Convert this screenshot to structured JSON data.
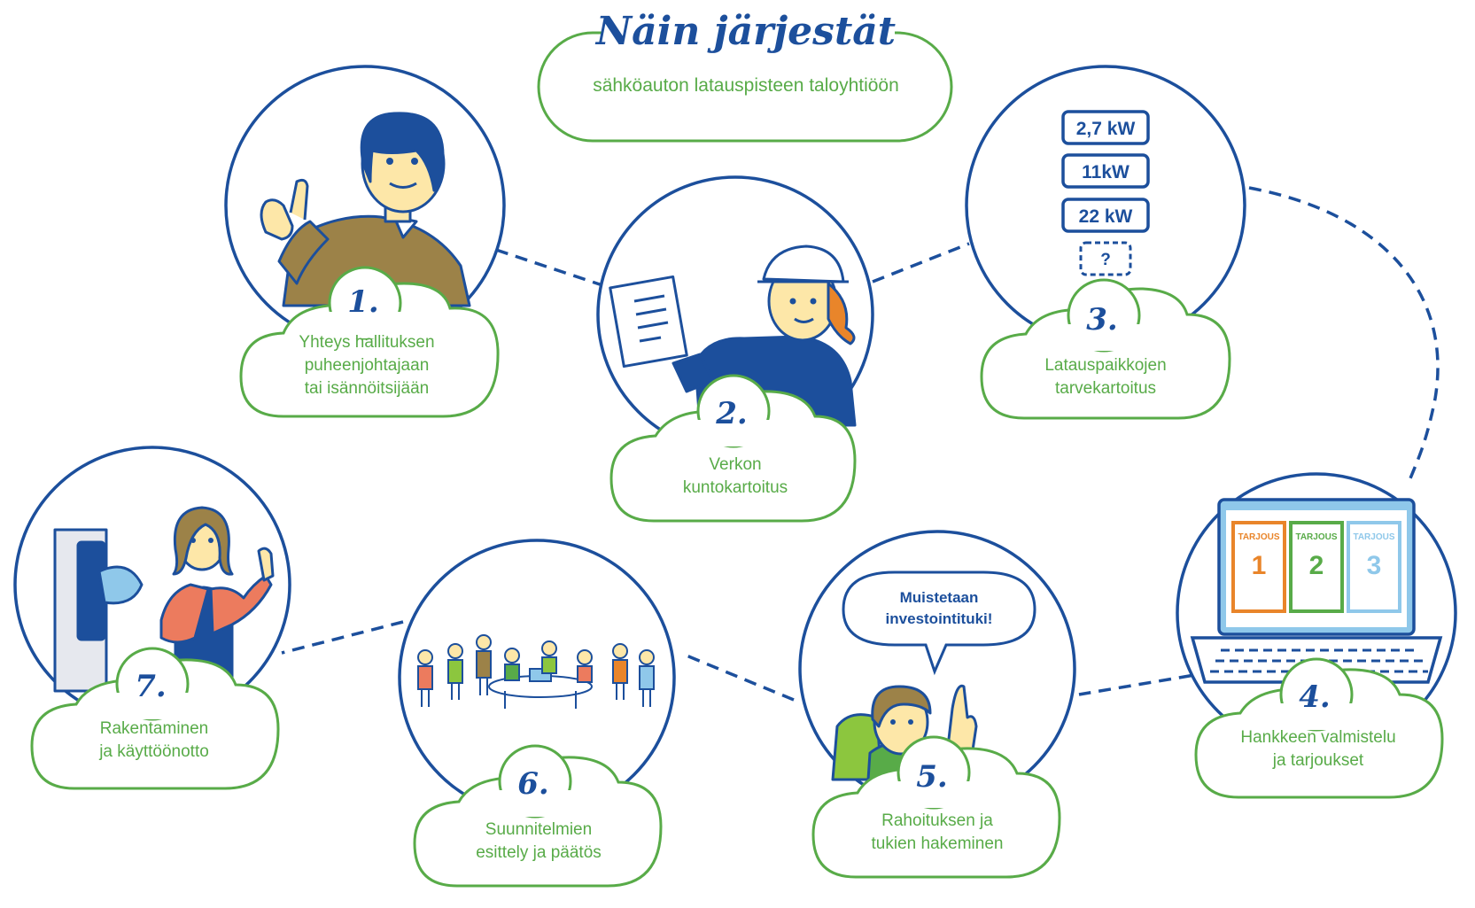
{
  "title": {
    "heading": "Näin järjestät",
    "subtitle": "sähköauton latauspisteen taloyhtiöön"
  },
  "colors": {
    "blue": "#1c4f9c",
    "green": "#58ab48",
    "brown": "#9c8248",
    "orange": "#e9852a",
    "lightblue": "#8fc8ea",
    "skin": "#fde7a8",
    "coral": "#ec7b5e",
    "lime": "#8cc63e"
  },
  "steps": [
    {
      "number": "1.",
      "line1": "Yhteys hallituksen",
      "line2": "puheenjohtajaan",
      "line3": "tai isännöitsijään"
    },
    {
      "number": "2.",
      "line1": "Verkon",
      "line2": "kuntokartoitus",
      "line3": ""
    },
    {
      "number": "3.",
      "line1": "Latauspaikkojen",
      "line2": "tarvekartoitus",
      "line3": ""
    },
    {
      "number": "4.",
      "line1": "Hankkeen valmistelu",
      "line2": "ja tarjoukset",
      "line3": ""
    },
    {
      "number": "5.",
      "line1": "Rahoituksen ja",
      "line2": "tukien hakeminen",
      "line3": ""
    },
    {
      "number": "6.",
      "line1": "Suunnitelmien",
      "line2": "esittely ja päätös",
      "line3": ""
    },
    {
      "number": "7.",
      "line1": "Rakentaminen",
      "line2": "ja käyttöönotto",
      "line3": ""
    }
  ],
  "power_options": [
    "2,7 kW",
    "11kW",
    "22 kW",
    "?"
  ],
  "offers": [
    {
      "label": "TARJOUS",
      "number": "1"
    },
    {
      "label": "TARJOUS",
      "number": "2"
    },
    {
      "label": "TARJOUS",
      "number": "3"
    }
  ],
  "speech_bubble": {
    "line1": "Muistetaan",
    "line2": "investointituki!"
  },
  "icons": [
    "person-pointing-up-icon",
    "worker-with-document-icon",
    "power-options-icon",
    "laptop-offers-icon",
    "person-idea-icon",
    "meeting-group-icon",
    "charging-station-icon"
  ]
}
